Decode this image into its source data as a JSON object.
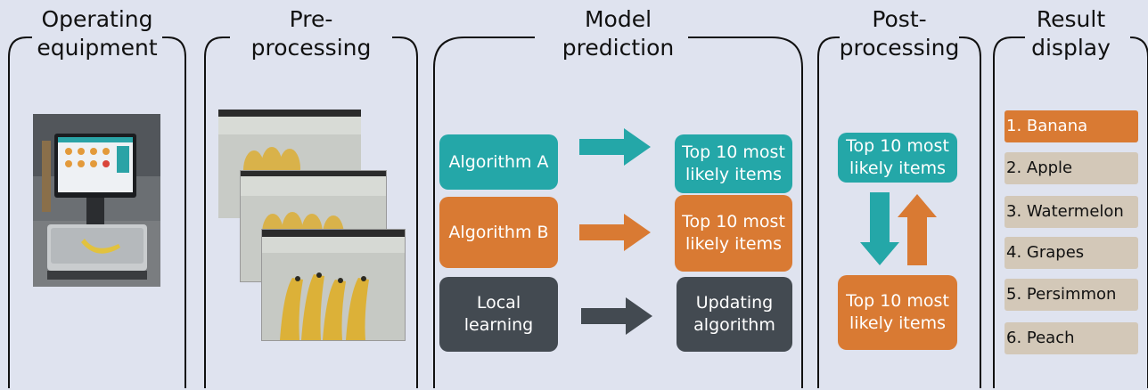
{
  "stages": [
    {
      "id": "operating",
      "title": "Operating\nequipment"
    },
    {
      "id": "pre",
      "title": "Pre-\nprocessing"
    },
    {
      "id": "model",
      "title": "Model\nprediction"
    },
    {
      "id": "post",
      "title": "Post-\nprocessing"
    },
    {
      "id": "result",
      "title": "Result\ndisplay"
    }
  ],
  "model": {
    "algorithm_a": "Algorithm A",
    "algorithm_b": "Algorithm B",
    "local_learning": "Local\nlearning",
    "top10_a": "Top 10 most\nlikely items",
    "top10_b": "Top 10 most\nlikely items",
    "updating": "Updating\nalgorithm"
  },
  "post": {
    "top10_upper": "Top 10 most\nlikely items",
    "top10_lower": "Top 10 most\nlikely items"
  },
  "results": [
    "1. Banana",
    "2. Apple",
    "3. Watermelon",
    "4. Grapes",
    "5. Persimmon",
    "6. Peach"
  ],
  "colors": {
    "teal": "#24a7a8",
    "orange": "#d97a33",
    "dark": "#434a51",
    "result_item": "#d3c8b8",
    "background": "#dfe3ef"
  }
}
